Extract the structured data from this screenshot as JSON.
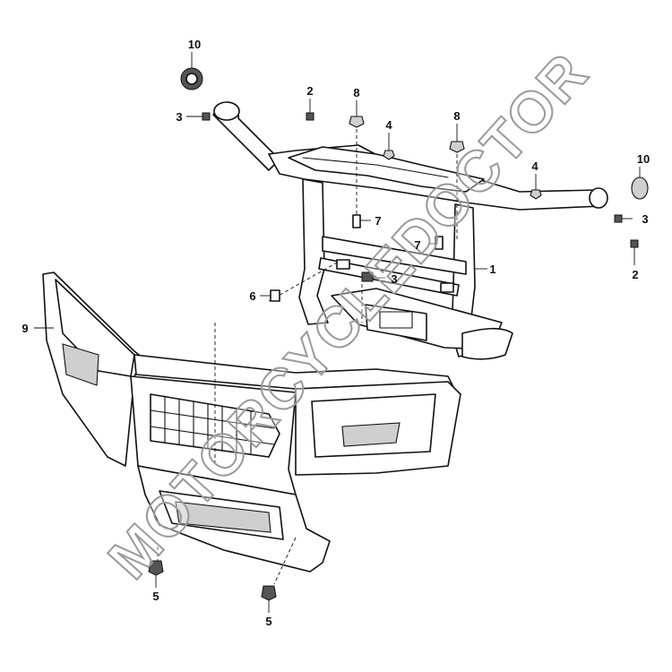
{
  "diagram": {
    "callouts": [
      {
        "id": "c10a",
        "label": "10"
      },
      {
        "id": "c3a",
        "label": "3"
      },
      {
        "id": "c2a",
        "label": "2"
      },
      {
        "id": "c8a",
        "label": "8"
      },
      {
        "id": "c4a",
        "label": "4"
      },
      {
        "id": "c8b",
        "label": "8"
      },
      {
        "id": "c10b",
        "label": "10"
      },
      {
        "id": "c4b",
        "label": "4"
      },
      {
        "id": "c3b",
        "label": "3"
      },
      {
        "id": "c2b",
        "label": "2"
      },
      {
        "id": "c7a",
        "label": "7"
      },
      {
        "id": "c7b",
        "label": "7"
      },
      {
        "id": "c1",
        "label": "1"
      },
      {
        "id": "c3c",
        "label": "3"
      },
      {
        "id": "c6",
        "label": "6"
      },
      {
        "id": "c9",
        "label": "9"
      },
      {
        "id": "c5a",
        "label": "5"
      },
      {
        "id": "c5b",
        "label": "5"
      }
    ],
    "watermark": "MOTORCYCLEDOCTOR"
  }
}
